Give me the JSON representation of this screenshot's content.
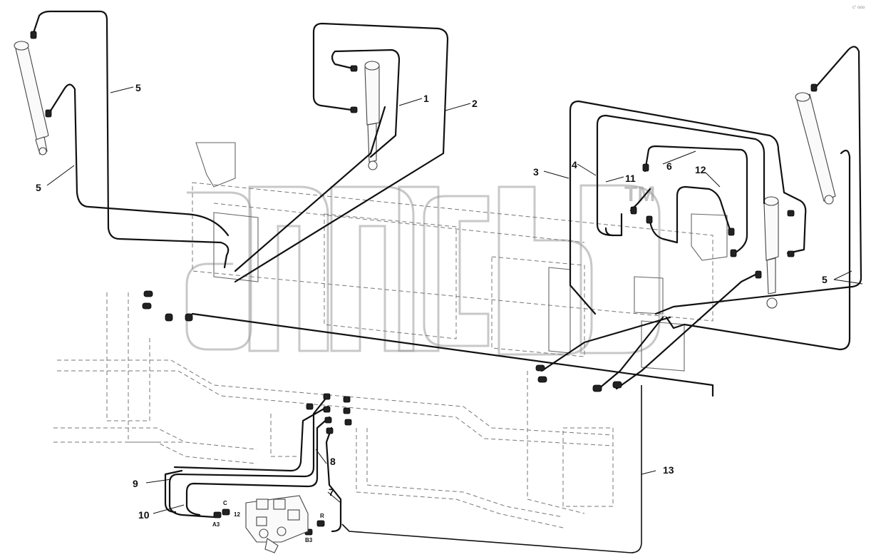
{
  "diagram": {
    "part_labels": [
      "1",
      "2",
      "3",
      "4",
      "5",
      "5",
      "5",
      "6",
      "7",
      "8",
      "9",
      "10",
      "11",
      "12",
      "13"
    ],
    "port_labels": [
      "C",
      "A3",
      "12",
      "R",
      "B3"
    ],
    "watermark": {
      "mark": "TM"
    },
    "corner_mark": "c° ooo"
  }
}
